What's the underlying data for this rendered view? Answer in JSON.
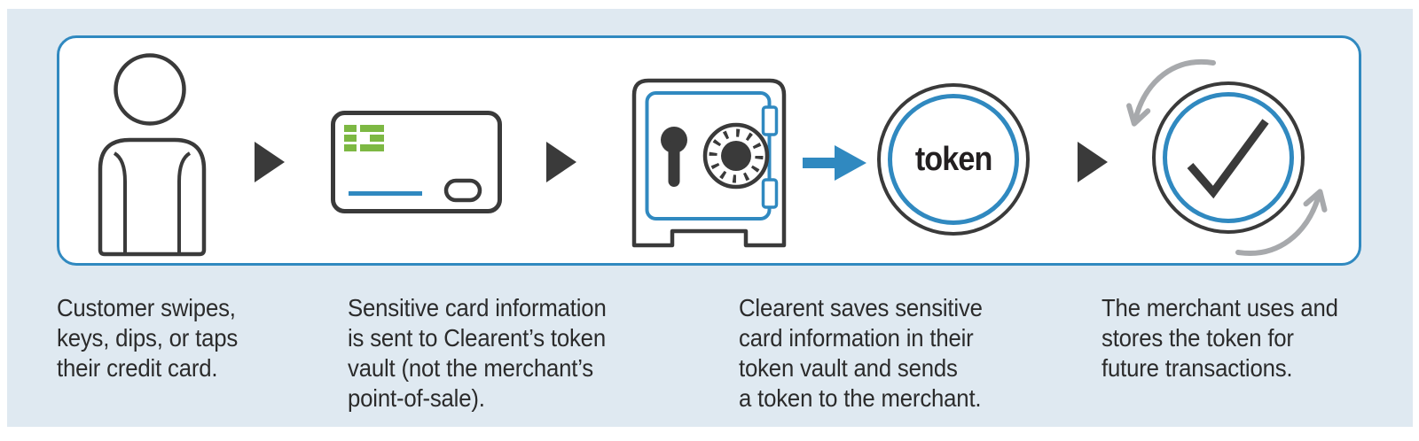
{
  "flow": {
    "token_label": "token",
    "steps": [
      {
        "icon": "customer",
        "caption": "Customer swipes,\nkeys, dips, or taps\ntheir credit card."
      },
      {
        "icon": "credit-card",
        "caption": "Sensitive card information\nis sent to Clearent’s token\nvault (not the merchant’s\npoint-of-sale)."
      },
      {
        "icon": "token-vault",
        "caption": "Clearent saves sensitive\ncard information in their\ntoken vault and sends\na token to the merchant."
      },
      {
        "icon": "token-checkmark-cycle",
        "caption": "The merchant uses and\nstores the token for\nfuture transactions."
      }
    ]
  },
  "colors": {
    "accent_blue": "#3089c0",
    "chip_green": "#7db843",
    "icon_dark": "#3a3a3a",
    "arrow_gray": "#a7a9ac",
    "background_blue": "#dfe9f1",
    "text": "#2b2b2b"
  }
}
